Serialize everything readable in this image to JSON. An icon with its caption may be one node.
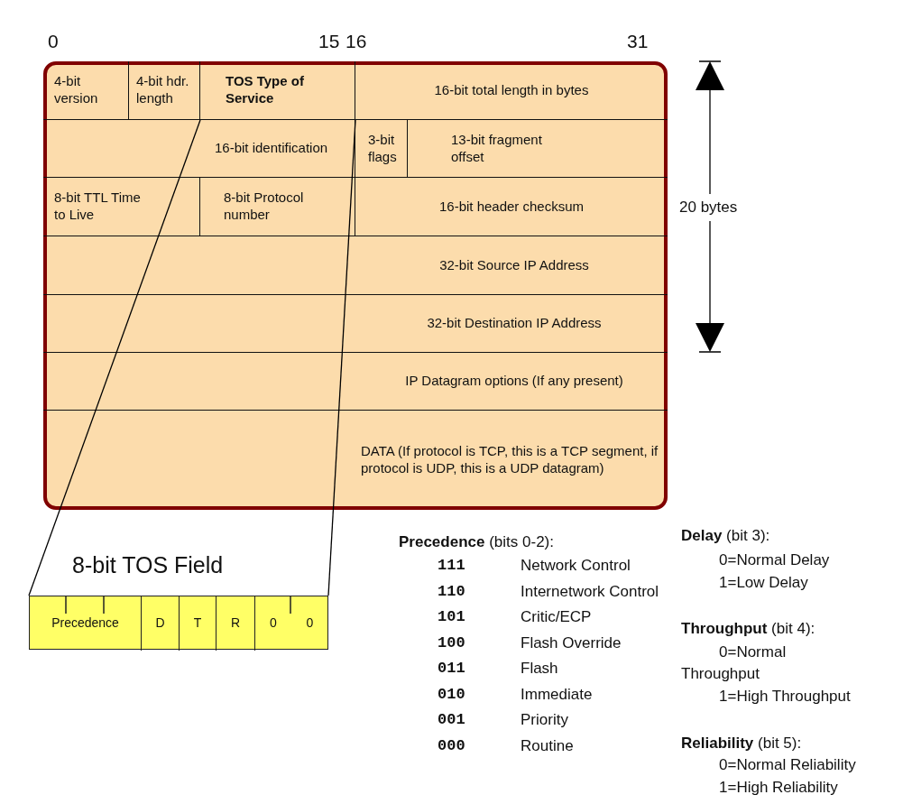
{
  "diagram": {
    "nodes": [
      {
        "text": [],
        "shape": "box"
      },
      {
        "text": [
          "4-bit version"
        ],
        "in": 0
      },
      {
        "text": [
          "4-bit hdr. length"
        ],
        "in": 0
      },
      {
        "text": [
          "TOS Type of Service"
        ],
        "in": 0
      },
      {
        "text": [
          "16-bit total length in bytes"
        ],
        "in": 0
      },
      {
        "text": [
          "16-bit identification"
        ],
        "in": 0
      },
      {
        "text": [
          "3-bit flags"
        ],
        "in": 0
      },
      {
        "text": [
          "13-bit fragment offset"
        ],
        "in": 0
      },
      {
        "text": [
          "8-bit TTL Time to Live"
        ],
        "in": 0
      },
      {
        "text": [
          "8-bit Protocol number"
        ],
        "in": 0
      },
      {
        "text": [
          "16-bit header checksum"
        ],
        "in": 0
      },
      {
        "text": [
          "32-bit Source IP Address"
        ],
        "in": 0
      },
      {
        "text": [
          "32-bit Destination IP Address"
        ],
        "in": 0
      },
      {
        "text": [
          "IP Datagram options (If any present)"
        ],
        "in": 0
      },
      {
        "text": [
          "DATA (If protocol is TCP, this is a TCP segment, if protocol is UDP, this is a UDP datagram)"
        ],
        "in": 0
      },
      {
        "text": [
          "8-bit TOS Field"
        ]
      },
      {
        "text": [
          "Precedence"
        ],
        "in": 15
      },
      {
        "text": [
          "D"
        ],
        "in": 15
      },
      {
        "text": [
          "T"
        ],
        "in": 15
      },
      {
        "text": [
          "R"
        ],
        "in": 15
      },
      {
        "text": [
          "0"
        ],
        "in": 15
      },
      {
        "text": [
          "0"
        ],
        "in": 15
      }
    ],
    "edges": [
      {
        "from": 3,
        "to": 15,
        "arrow": "none"
      },
      {
        "from": 3,
        "to": 15,
        "arrow": "none"
      }
    ],
    "labels": [
      "0",
      "15",
      "16",
      "31",
      "20 bytes",
      "**Precedence** (bits 0-2):",
      "111",
      "Network Control",
      "110",
      "Internetwork Control",
      "101",
      "Critic/ECP",
      "100",
      "Flash Override",
      "011",
      "Flash",
      "010",
      "Immediate",
      "001",
      "Priority",
      "000",
      "Routine",
      "**Delay** (bit 3):",
      "0=Normal Delay",
      "1=Low Delay",
      "**Throughput** (bit 4):",
      "0=Normal Throughput",
      "1=High Throughput",
      "**Reliability** (bit 5):",
      "0=Normal Reliability",
      "1=High Reliability"
    ]
  }
}
